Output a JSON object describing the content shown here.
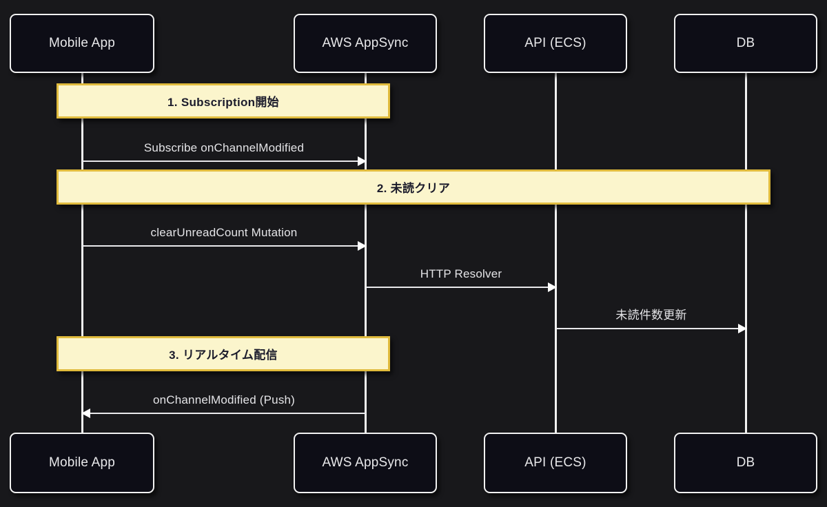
{
  "diagram": {
    "type": "sequence-diagram",
    "background_color": "#18181b",
    "participant_box_color": "#0d0d16",
    "participant_border_color": "#f2f2f2",
    "note_fill_color": "#fbf5cc",
    "note_border_color": "#e0bb3d",
    "note_text_color": "#1b1b2b",
    "message_color": "#e9e9ec",
    "participants": [
      {
        "id": "mobile",
        "label": "Mobile App"
      },
      {
        "id": "appsync",
        "label": "AWS AppSync"
      },
      {
        "id": "api",
        "label": "API (ECS)"
      },
      {
        "id": "db",
        "label": "DB"
      }
    ],
    "participants_bottom": [
      {
        "id": "mobile",
        "label": "Mobile App"
      },
      {
        "id": "appsync",
        "label": "AWS AppSync"
      },
      {
        "id": "api",
        "label": "API (ECS)"
      },
      {
        "id": "db",
        "label": "DB"
      }
    ],
    "notes": [
      {
        "id": "note-1",
        "label": "1. Subscription開始",
        "span": "mobile-to-appsync"
      },
      {
        "id": "note-2",
        "label": "2. 未読クリア",
        "span": "mobile-to-db"
      },
      {
        "id": "note-3",
        "label": "3. リアルタイム配信",
        "span": "mobile-to-appsync"
      }
    ],
    "messages": [
      {
        "id": "msg-1",
        "label": "Subscribe onChannelModified",
        "from": "mobile",
        "to": "appsync",
        "direction": "right"
      },
      {
        "id": "msg-2",
        "label": "clearUnreadCount Mutation",
        "from": "mobile",
        "to": "appsync",
        "direction": "right"
      },
      {
        "id": "msg-3",
        "label": "HTTP Resolver",
        "from": "appsync",
        "to": "api",
        "direction": "right"
      },
      {
        "id": "msg-4",
        "label": "未読件数更新",
        "from": "api",
        "to": "db",
        "direction": "right"
      },
      {
        "id": "msg-5",
        "label": "onChannelModified (Push)",
        "from": "appsync",
        "to": "mobile",
        "direction": "left"
      }
    ]
  }
}
